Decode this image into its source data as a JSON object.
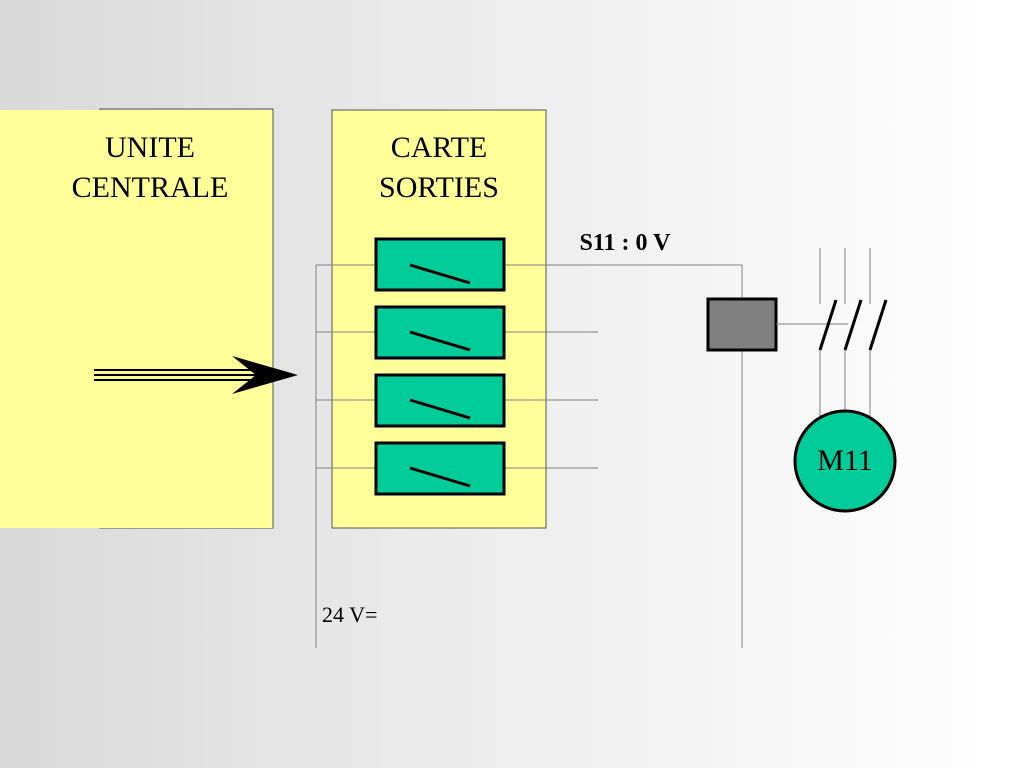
{
  "unite_centrale": {
    "line1": "UNITE",
    "line2": "CENTRALE"
  },
  "carte_sorties": {
    "line1": "CARTE",
    "line2": "SORTIES"
  },
  "signal_label": "S11 : 0 V",
  "supply_label": "24 V=",
  "motor_label": "M11",
  "colors": {
    "panel_fill": "#ffff99",
    "relay_fill": "#00cc99",
    "coil_fill": "#808080",
    "motor_fill": "#00cc99",
    "wire": "#808080"
  }
}
